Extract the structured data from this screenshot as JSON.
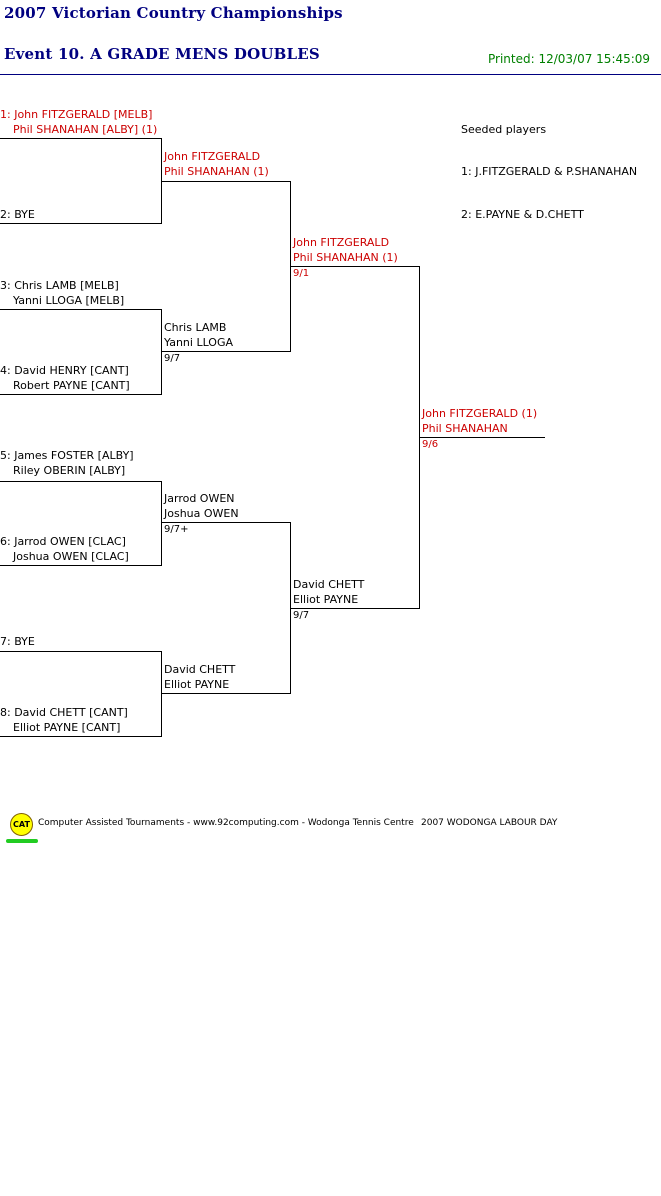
{
  "header": {
    "title": "2007 Victorian Country Championships",
    "event": "Event 10. A GRADE MENS DOUBLES",
    "printed": "Printed: 12/03/07 15:45:09"
  },
  "seeds": {
    "label": "Seeded players",
    "items": [
      "1: J.FITZGERALD & P.SHANAHAN",
      "2: E.PAYNE & D.CHETT"
    ]
  },
  "round1": [
    {
      "line1": "1: John FITZGERALD [MELB]",
      "line2": "Phil SHANAHAN [ALBY] (1)"
    },
    {
      "line1": "2: BYE",
      "line2": ""
    },
    {
      "line1": "3: Chris LAMB [MELB]",
      "line2": "Yanni LLOGA [MELB]"
    },
    {
      "line1": "4: David HENRY [CANT]",
      "line2": "Robert PAYNE [CANT]"
    },
    {
      "line1": "5: James FOSTER [ALBY]",
      "line2": "Riley OBERIN [ALBY]"
    },
    {
      "line1": "6: Jarrod OWEN [CLAC]",
      "line2": "Joshua OWEN [CLAC]"
    },
    {
      "line1": "7: BYE",
      "line2": ""
    },
    {
      "line1": "8: David CHETT [CANT]",
      "line2": "Elliot PAYNE [CANT]"
    }
  ],
  "round2": [
    {
      "line1": "John FITZGERALD",
      "line2": "Phil SHANAHAN (1)",
      "score": ""
    },
    {
      "line1": "Chris LAMB",
      "line2": "Yanni LLOGA",
      "score": "9/7"
    },
    {
      "line1": "Jarrod OWEN",
      "line2": "Joshua OWEN",
      "score": "9/7+"
    },
    {
      "line1": "David CHETT",
      "line2": "Elliot PAYNE",
      "score": ""
    }
  ],
  "semis": [
    {
      "line1": "John FITZGERALD",
      "line2": "Phil SHANAHAN (1)",
      "score": "9/1"
    },
    {
      "line1": "David CHETT",
      "line2": "Elliot PAYNE",
      "score": "9/7"
    }
  ],
  "final": {
    "line1": "John FITZGERALD (1)",
    "line2": "Phil SHANAHAN",
    "score": "9/6"
  },
  "footer": {
    "logo": "CAT",
    "text": "Computer Assisted Tournaments - www.92computing.com -  Wodonga Tennis Centre",
    "right": "2007 WODONGA LABOUR DAY"
  }
}
